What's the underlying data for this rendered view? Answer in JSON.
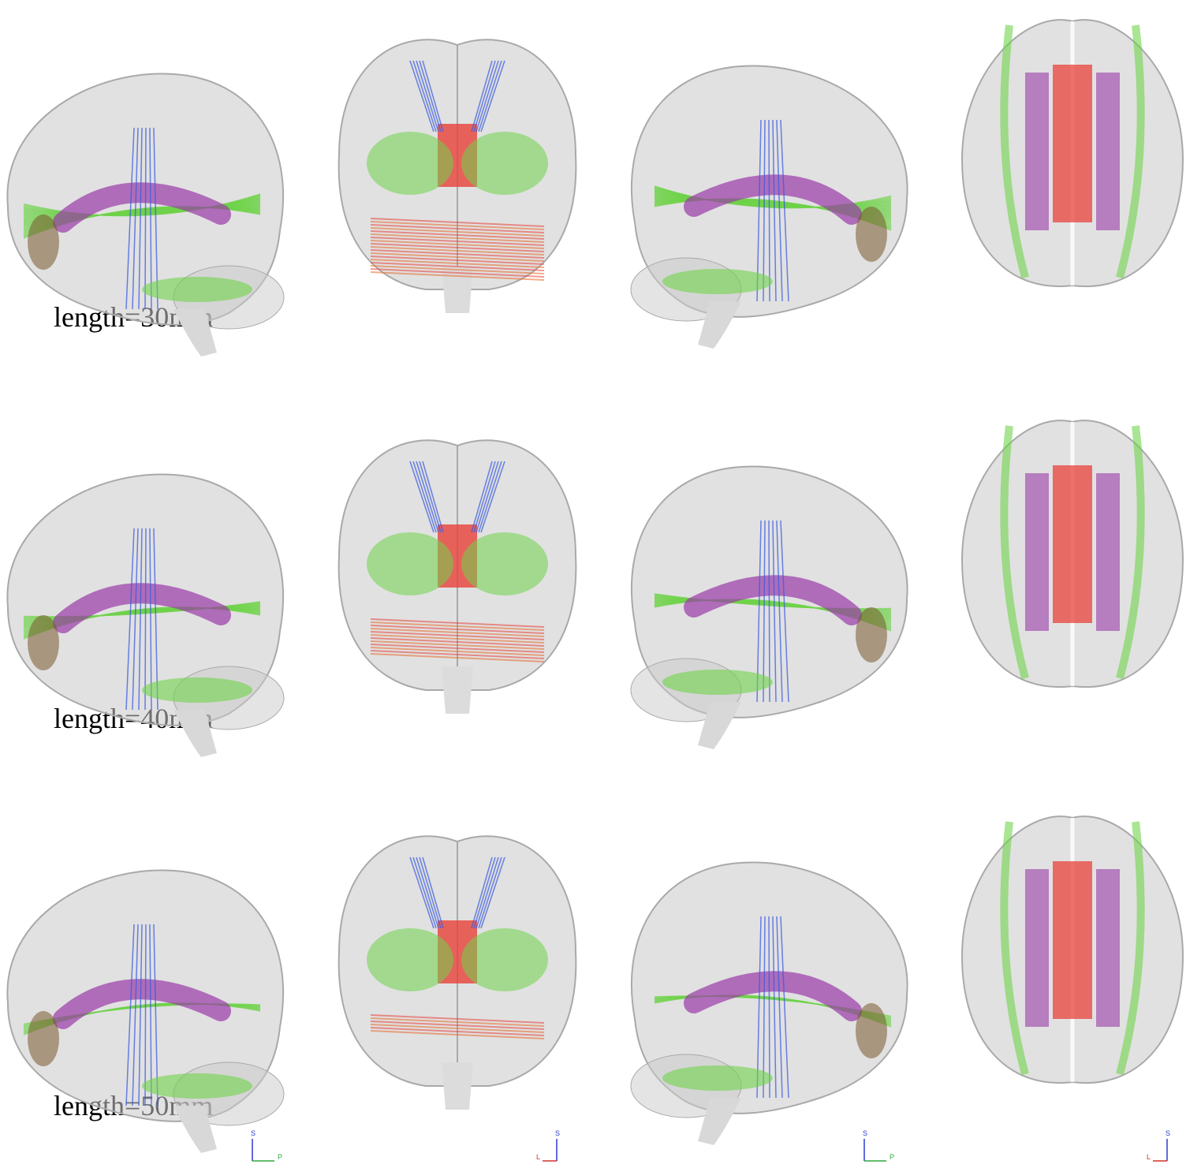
{
  "figure": {
    "rows": [
      {
        "label": "length=30mm",
        "views": [
          "sagittal-left",
          "coronal",
          "sagittal-right",
          "axial"
        ]
      },
      {
        "label": "length=40mm",
        "views": [
          "sagittal-left",
          "coronal",
          "sagittal-right",
          "axial"
        ]
      },
      {
        "label": "length=50mm",
        "views": [
          "sagittal-left",
          "coronal",
          "sagittal-right",
          "axial"
        ]
      }
    ],
    "orientation_markers": [
      {
        "v": "S",
        "h": "P"
      },
      {
        "v": "S",
        "h": "L"
      },
      {
        "v": "S",
        "h": "P"
      },
      {
        "v": "S",
        "h": "L"
      }
    ]
  },
  "colors": {
    "brain": "#c9c9c9",
    "brain_edge": "#a9a9a9",
    "fiber_red": "#e8413a",
    "fiber_green": "#6fd34a",
    "fiber_blue": "#3b5be0",
    "fiber_purple": "#9a3aa8",
    "fiber_orange": "#e86a2a"
  }
}
